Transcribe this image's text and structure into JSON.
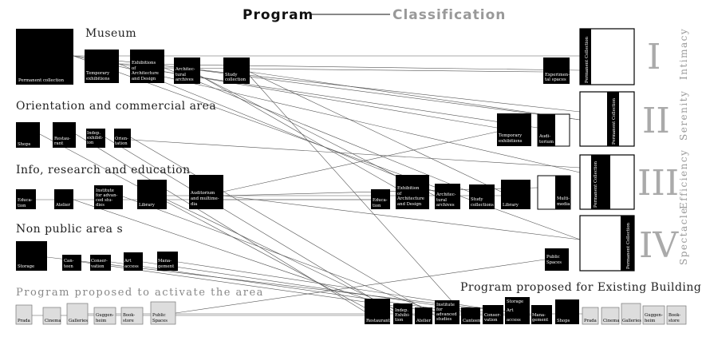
{
  "header": {
    "program": "Program",
    "classification": "Classification"
  },
  "sections": {
    "museum": "Museum",
    "orientation": "Orientation and commercial area",
    "info": "Info, research and education",
    "nonpublic": "Non public area s",
    "proposed_activate": "Program proposed to activate the area",
    "proposed_existing": "Program proposed for Existing Buildings"
  },
  "classes": [
    {
      "numeral": "I",
      "label": "Intimacy",
      "box_label": "Permanent Collection"
    },
    {
      "numeral": "II",
      "label": "Serenity",
      "box_label": "Permanent Collection"
    },
    {
      "numeral": "III",
      "label": "Efficiency",
      "box_label": "Permanent Collection"
    },
    {
      "numeral": "IV",
      "label": "Spectacle",
      "box_label": "Permanent Collection"
    }
  ],
  "left_items": {
    "museum": [
      "Permanent collection",
      "Temporary exhibitions",
      "Exhibitions of Architecture and Design",
      "Architec-tural archives",
      "Study collection"
    ],
    "orientation": [
      "Shops",
      "Restau-rant",
      "Indep. exhibit-ion",
      "Orien-tation"
    ],
    "info": [
      "Educa-tion",
      "Atelier",
      "Institute for advan-ced stu-dies",
      "Library",
      "Auditorium and multime-dia"
    ],
    "nonpublic": [
      "Storage",
      "Can-teen",
      "Conser-vation",
      "Art access",
      "Mana-gement"
    ],
    "activate": [
      "Prada",
      "Cinema",
      "Galleries",
      "Guggen-heim",
      "Book-store",
      "Public Spaces"
    ]
  },
  "right_items": {
    "class1": [
      "Experimen-tal spaces"
    ],
    "class2": [
      "Temporary exhibitions",
      "Audi-torium"
    ],
    "class3": [
      "Educa-tion",
      "Exhibition of Architecture and Design",
      "Architec-tural archives",
      "Study collections",
      "Library",
      "Multi-media"
    ],
    "class4": [
      "Public Spaces"
    ],
    "existing_black": [
      "Restaurant",
      "Indep. Exhibi-tion",
      "Atelier",
      "Institute for advanced studies",
      "Canteen",
      "Conser-vation",
      "Storage Art access",
      "Mana-gement",
      "Shops"
    ],
    "existing_gray": [
      "Prada",
      "Cinema",
      "Galleries",
      "Guggen-heim",
      "Book-store"
    ]
  }
}
